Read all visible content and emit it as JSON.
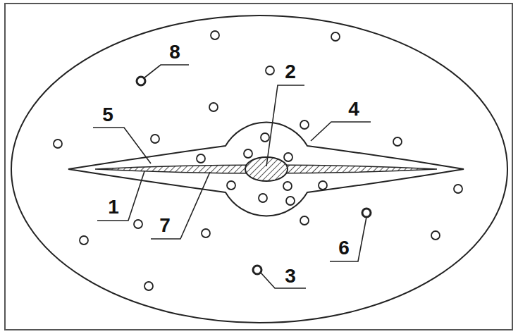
{
  "diagram": {
    "labels": [
      "8",
      "2",
      "5",
      "4",
      "1",
      "7",
      "6",
      "3"
    ]
  }
}
